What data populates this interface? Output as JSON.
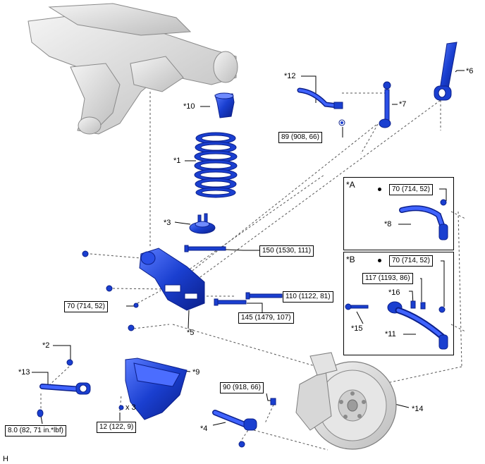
{
  "parts": {
    "p1": "*1",
    "p2": "*2",
    "p3": "*3",
    "p4": "*4",
    "p5": "*5",
    "p6": "*6",
    "p7": "*7",
    "p8": "*8",
    "p9": "*9",
    "p10": "*10",
    "p11": "*11",
    "p12": "*12",
    "p13": "*13",
    "p14": "*14",
    "p15": "*15",
    "p16": "*16"
  },
  "torques": {
    "t89": "89 (908, 66)",
    "t70a": "70 (714, 52)",
    "t150": "150 (1530, 111)",
    "t70b": "70 (714, 52)",
    "t117": "117 (1193, 86)",
    "t70c": "70 (714, 52)",
    "t110": "110 (1122, 81)",
    "t145": "145 (1479, 107)",
    "t90": "90 (918, 66)",
    "t12": "12 (122, 9)",
    "t8": "8.0 (82, 71 in.*lbf)"
  },
  "details": {
    "a": "*A",
    "b": "*B"
  },
  "quantity": "x 3",
  "figure_code": "H",
  "colors": {
    "part_blue": "#1a3fd0",
    "part_blue_dark": "#0b1f8a",
    "frame_gray": "#cfcfcf"
  }
}
